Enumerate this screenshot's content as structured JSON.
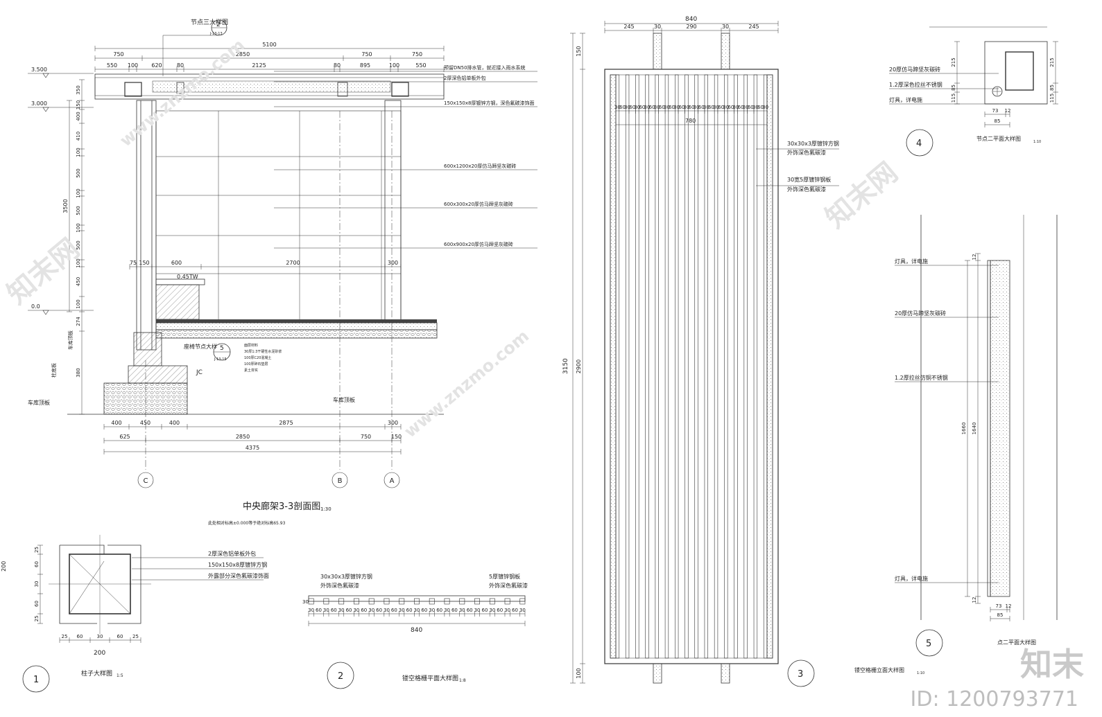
{
  "watermark": {
    "url_text": "www.znzmo.com",
    "brand_cn": "知末网",
    "brand_logo": "知末",
    "id_text": "ID: 1200793771"
  },
  "section": {
    "title": "中央廊架3-3剖面图",
    "scale": "1:30",
    "note": "此处相对标高±0.000等于绝对标高65.93",
    "node_ref_label": "节点三大样图",
    "node_ref_no": "2",
    "node_ref_sheet": "J-13-13",
    "dims_top1": [
      "5100"
    ],
    "dims_top2": [
      "750",
      "2850",
      "750",
      "750"
    ],
    "dims_top3": [
      "550",
      "100",
      "620",
      "80",
      "2125",
      "80",
      "895",
      "100",
      "550"
    ],
    "dims_bot1": [
      "400",
      "450",
      "400",
      "2875",
      "300"
    ],
    "dims_bot2": [
      "625",
      "2850",
      "750",
      "150"
    ],
    "dims_bot3": [
      "4375"
    ],
    "dims_mid": [
      "75",
      "150",
      "600",
      "2700",
      "300"
    ],
    "elev_left": [
      "3.500",
      "3.000",
      "0.0"
    ],
    "vert_dims": [
      "350",
      "150",
      "400",
      "410",
      "100",
      "500",
      "100",
      "500",
      "100",
      "500",
      "100",
      "450",
      "100",
      "274",
      "380"
    ],
    "vert_total": "3500",
    "callouts": [
      "预留DN50排水管，就近接入雨水系统",
      "2厚深色铝单板外包",
      "150x150x8厚镀锌方钢，深色氟碳漆饰面",
      "600x1200x20厚仿马蹄坚灰碳砖",
      "600x300x20厚仿马蹄坚灰碳砖",
      "600x900x20厚仿马蹄坚灰碳砖"
    ],
    "bench": {
      "label": "0.45TW",
      "detail": "座椅节点大样",
      "detail_no": "5",
      "detail_sheet": "J-13-15",
      "layers": [
        "面层材料",
        "30厚1:3干硬性水泥砂浆",
        "100厚C20混凝土",
        "100厚碎石垫层",
        "素土夯实"
      ]
    },
    "found_label": "JC",
    "ground_label": "车库顶板",
    "left_labels": [
      "车库顶板",
      "柱底板"
    ],
    "axes": [
      "C",
      "B",
      "A"
    ]
  },
  "col_detail": {
    "no": "1",
    "title": "柱子大样图",
    "scale": "1:5",
    "callouts": [
      "2厚深色铝单板外包",
      "150x150x8厚镀锌方钢",
      "外露部分深色氟碳漆饰面"
    ],
    "dims_left": [
      "25",
      "60",
      "30",
      "60",
      "25"
    ],
    "dim_total_left": "200",
    "dims_bottom": [
      "25",
      "60",
      "30",
      "60",
      "25"
    ],
    "dim_total_bottom": "200"
  },
  "grille_plan": {
    "no": "2",
    "title": "镂空格栅平面大样图",
    "scale": "1:8",
    "callouts_left": [
      "30x30x3厚镀锌方钢",
      "外饰深色氟碳漆"
    ],
    "callouts_right": [
      "5厚镀锌钢板",
      "外饰深色氟碳漆"
    ],
    "left_dim": "30",
    "dims": [
      "30",
      "60",
      "30",
      "60",
      "30",
      "60",
      "30",
      "60",
      "30",
      "60",
      "30",
      "60",
      "30",
      "60",
      "30",
      "60",
      "30",
      "60",
      "30",
      "60",
      "30",
      "60",
      "30",
      "60",
      "30",
      "60",
      "30",
      "60",
      "30"
    ],
    "total": "840"
  },
  "grille_elev": {
    "no": "3",
    "dims_top": [
      "245",
      "30",
      "290",
      "30",
      "245"
    ],
    "top_total": "840",
    "inner_dims": [
      "30",
      "60",
      "30",
      "60",
      "30",
      "60",
      "30",
      "60",
      "30",
      "60",
      "30",
      "60",
      "30",
      "60",
      "30",
      "60",
      "30",
      "60",
      "30",
      "60",
      "30",
      "60",
      "30",
      "60",
      "30",
      "60",
      "30",
      "60",
      "30",
      "60",
      "30"
    ],
    "inner_total": "780",
    "left_dims": [
      "150",
      "2900",
      "100"
    ],
    "left_total": "3150",
    "callouts": [
      "30x30x3厚镀锌方钢",
      "外饰深色氟碳漆",
      "30宽5厚镀锌钢板",
      "外饰深色氟碳漆"
    ]
  },
  "node2": {
    "no": "4",
    "title": "节点二平面大样图",
    "scale": "1:10",
    "callouts": [
      "20厚仿马蹄坚灰碳砖",
      "1.2厚深色拉丝不锈钢",
      "灯具，详电施"
    ],
    "dims_right": [
      "215",
      "215",
      "85",
      "115"
    ],
    "dims_bottom": [
      "73",
      "12",
      "85"
    ]
  },
  "grille_side": {
    "no": "5",
    "title": "镂空格栅立面大样图",
    "scale": "1:10",
    "callouts": [
      "灯具，详电施",
      "20厚仿马蹄坚灰碳砖",
      "1.2厚拉丝仿铜不锈钢",
      "灯具，详电施"
    ],
    "dims": [
      "12",
      "1640",
      "1660",
      "12"
    ],
    "dims_bottom": [
      "73",
      "12",
      "85"
    ],
    "title_partial": "点二平面大样图"
  }
}
